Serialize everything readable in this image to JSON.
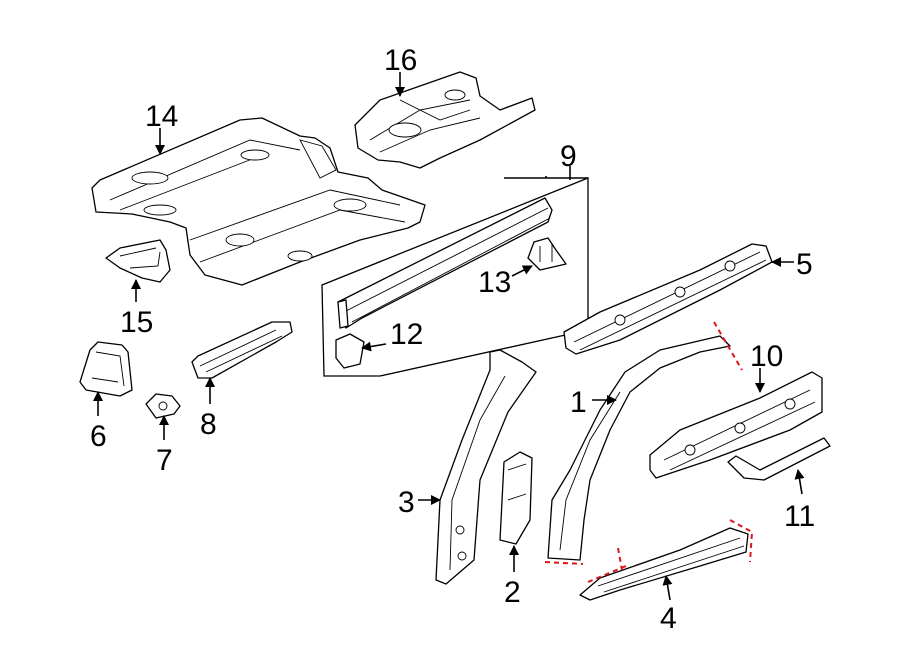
{
  "callouts": {
    "c1": "1",
    "c2": "2",
    "c3": "3",
    "c4": "4",
    "c5": "5",
    "c6": "6",
    "c7": "7",
    "c8": "8",
    "c9": "9",
    "c10": "10",
    "c11": "11",
    "c12": "12",
    "c13": "13",
    "c14": "14",
    "c15": "15",
    "c16": "16"
  },
  "colors": {
    "line": "#000000",
    "cut_line": "#e0151b",
    "background": "#ffffff"
  }
}
